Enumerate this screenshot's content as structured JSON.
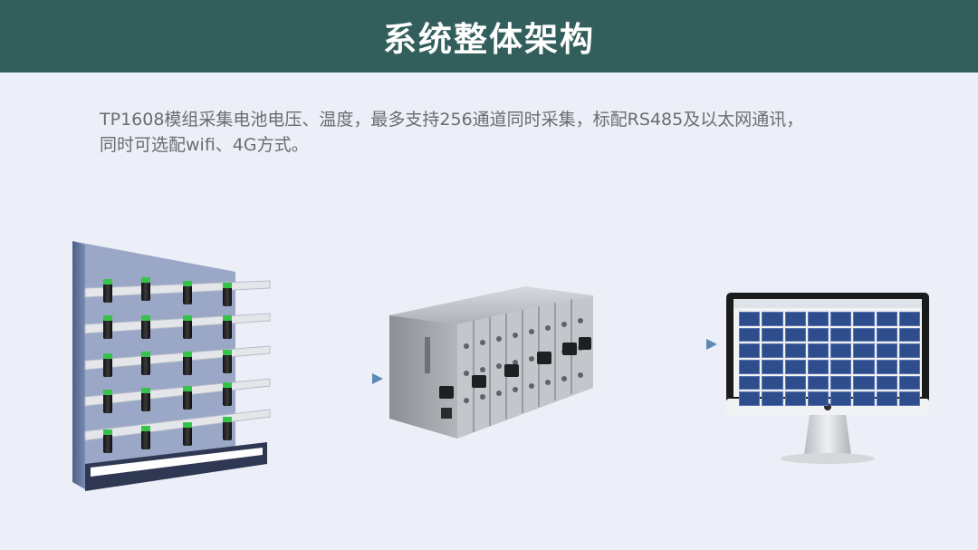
{
  "header": {
    "title": "系统整体架构",
    "background": "#325f5b"
  },
  "description": {
    "line1": "TP1608模组采集电池电压、温度，最多支持256通道同时采集，标配RS485及以太网通讯，",
    "line2": "同时可选配wifi、4G方式。"
  },
  "diagram": {
    "nodes": [
      {
        "id": "battery-rack",
        "icon": "battery-rack-icon"
      },
      {
        "id": "tp1608-module",
        "icon": "data-acquisition-module-icon"
      },
      {
        "id": "monitor-display",
        "icon": "computer-monitor-icon"
      }
    ],
    "edges": [
      {
        "from": "battery-rack",
        "to": "tp1608-module"
      },
      {
        "from": "tp1608-module",
        "to": "monitor-display"
      }
    ],
    "arrow_color": "#5b8ab4"
  }
}
